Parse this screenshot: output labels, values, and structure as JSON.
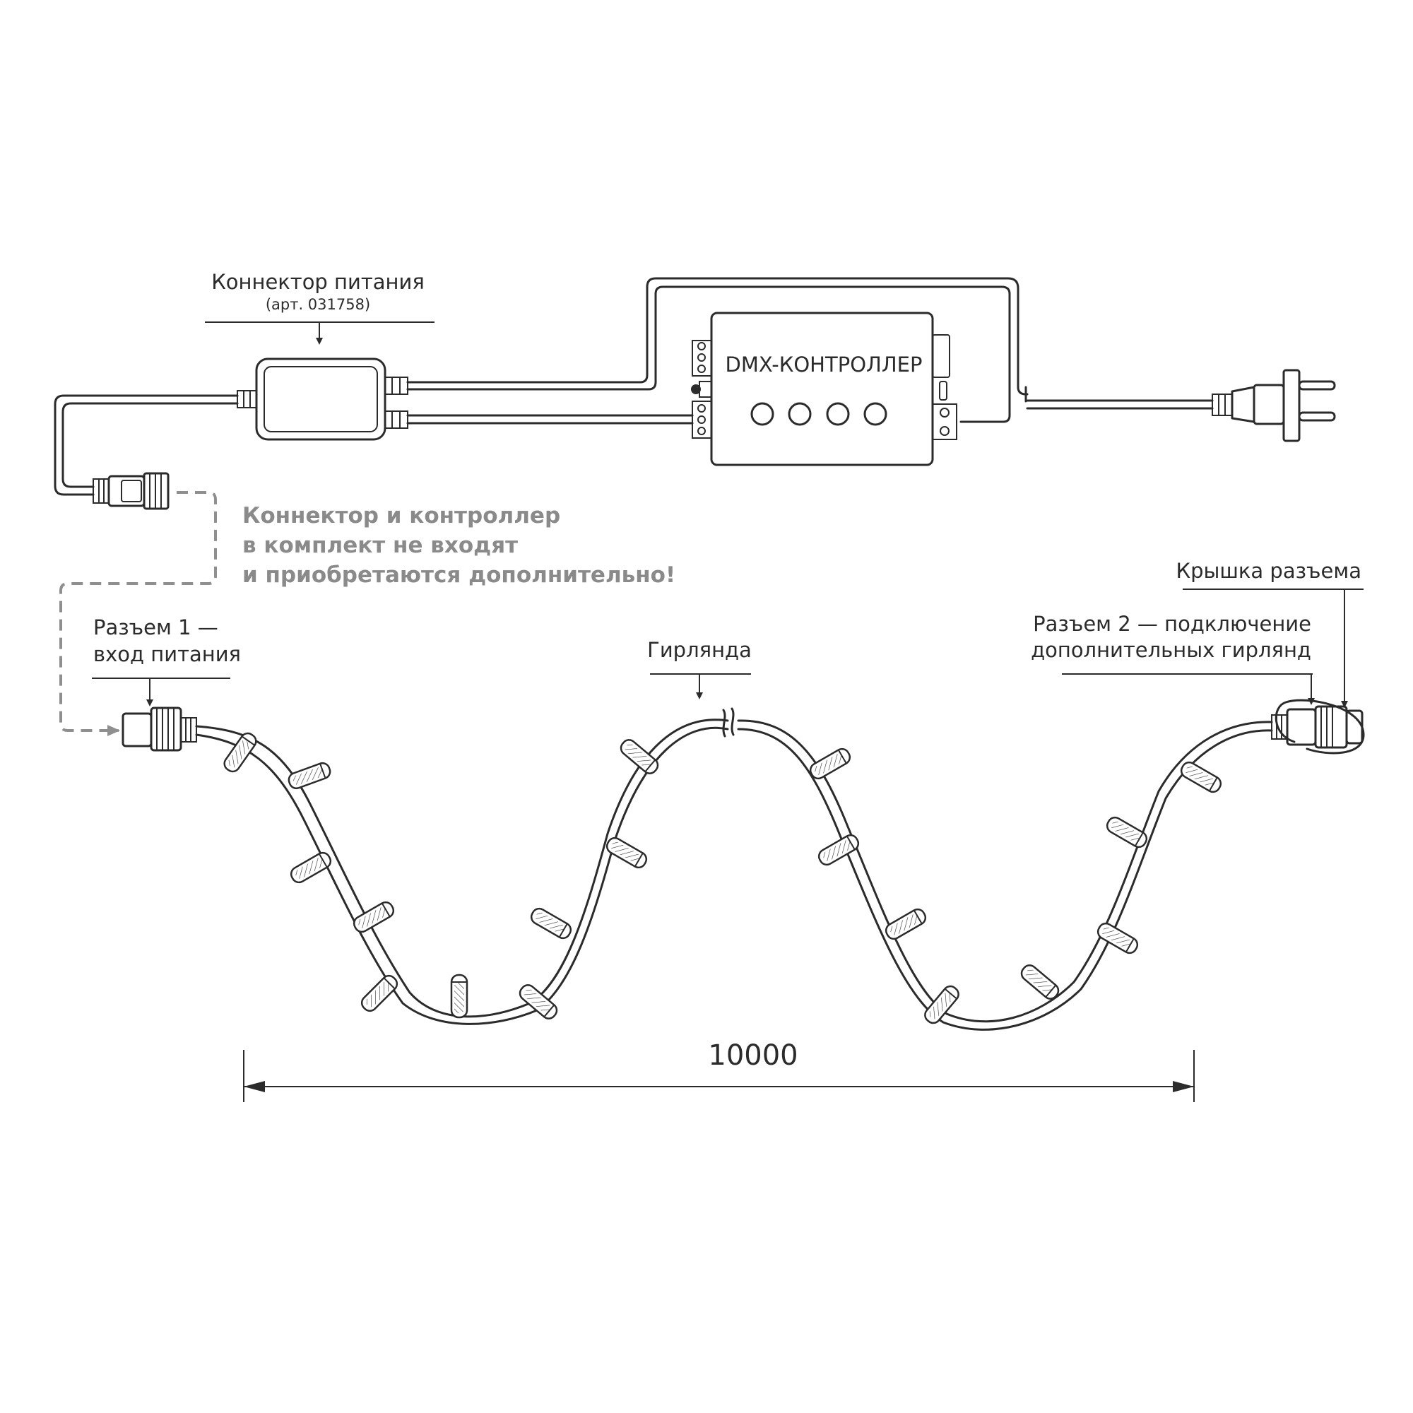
{
  "labels": {
    "power_connector_title": "Коннектор питания",
    "power_connector_article": "(арт. 031758)",
    "controller_name": "DMX-КОНТРОЛЛЕР",
    "note_line1": "Коннектор и контроллер",
    "note_line2": "в комплект не входят",
    "note_line3": "и приобретаются дополнительно!",
    "input1_line1": "Разъем 1 —",
    "input1_line2": "вход питания",
    "garland": "Гирлянда",
    "input2_line1": "Разъем 2 — подключение",
    "input2_line2": "дополнительных гирлянд",
    "cap": "Крышка разъема",
    "length": "10000"
  },
  "colors": {
    "line": "#2b2b2b",
    "note": "#8a8a8a",
    "dashed_connection": "#8f8f8f"
  },
  "icons": {
    "plug": "eu-plug-icon",
    "controller_buttons": 4
  }
}
